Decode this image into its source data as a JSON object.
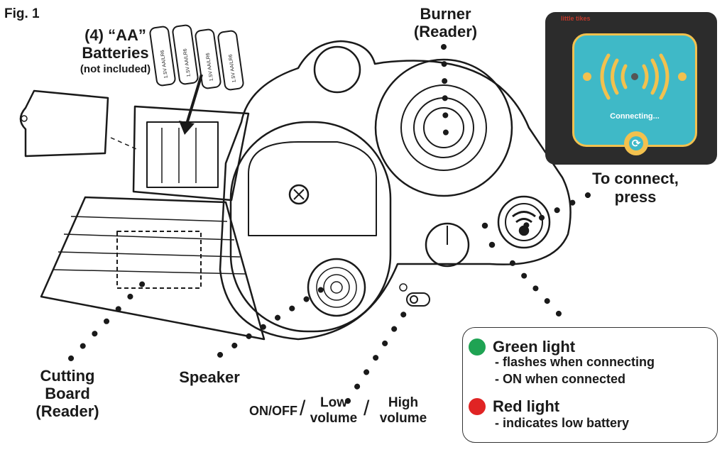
{
  "figure_label": "Fig. 1",
  "labels": {
    "batteries_count": "(4) “AA”",
    "batteries": "Batteries",
    "batteries_note": "(not included)",
    "burner_1": "Burner",
    "burner_2": "(Reader)",
    "connect_1": "To connect,",
    "connect_2": "press",
    "cutting_1": "Cutting",
    "cutting_2": "Board",
    "cutting_3": "(Reader)",
    "speaker": "Speaker",
    "onoff": "ON/OFF",
    "low_1": "Low",
    "low_2": "volume",
    "high_1": "High",
    "high_2": "volume"
  },
  "battery_text": "1.5V AA/LR6",
  "phone": {
    "brand": "little tikes",
    "status": "Connecting..."
  },
  "legend": {
    "green_title": "Green light",
    "green_note_1": "- flashes when connecting",
    "green_note_2": "- ON when connected",
    "red_title": "Red light",
    "red_note_1": "- indicates low battery"
  },
  "colors": {
    "green": "#1fa353",
    "red": "#e02424",
    "screen": "#3fb9c7",
    "accent": "#f2c14e",
    "line": "#1a1a1a"
  }
}
